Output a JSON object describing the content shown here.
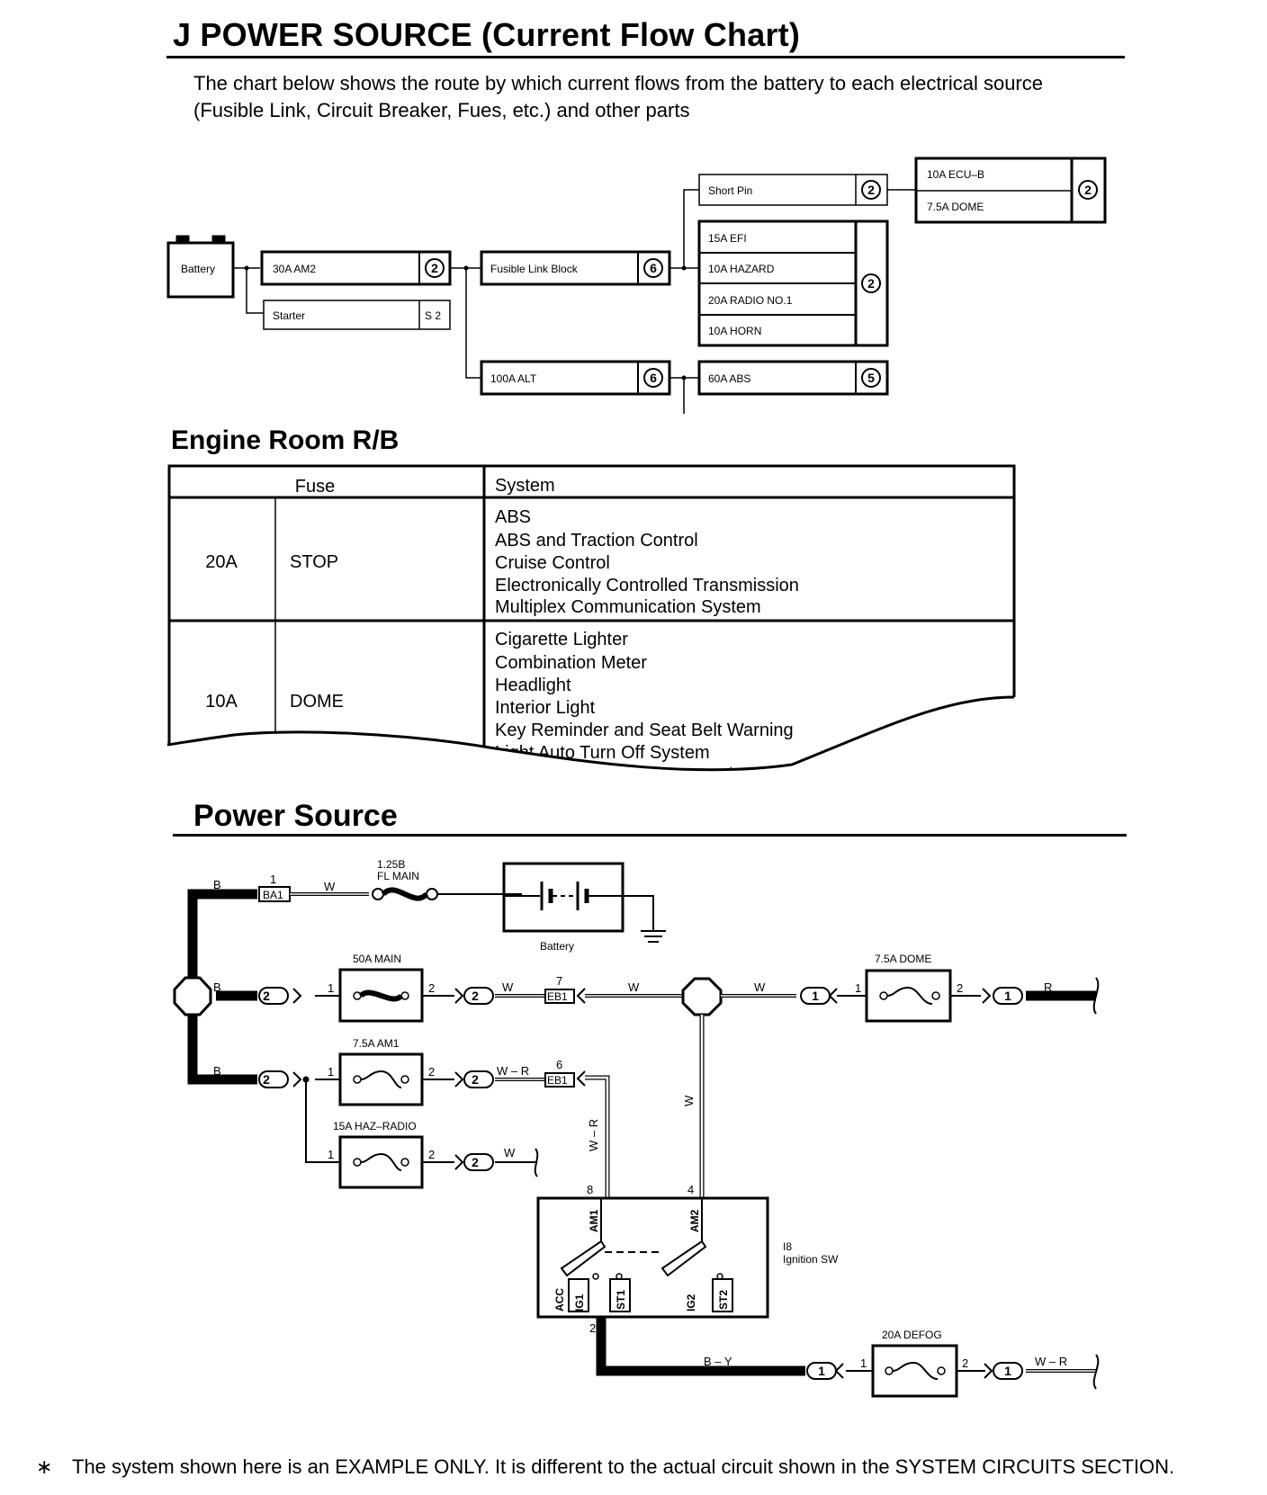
{
  "title": "J POWER SOURCE (Current Flow Chart)",
  "intro": {
    "line1": "The chart below shows the route by which current flows from the battery to each electrical source",
    "line2": "(Fusible Link, Circuit Breaker, Fues, etc.) and other parts"
  },
  "flow_chart": {
    "battery": "Battery",
    "am2": {
      "label": "30A AM2",
      "loc": "2"
    },
    "starter": {
      "label": "Starter",
      "loc": "S 2"
    },
    "fusible_link": {
      "label": "Fusible Link Block",
      "loc": "6"
    },
    "alt": {
      "label": "100A ALT",
      "loc": "6"
    },
    "short_pin": {
      "label": "Short Pin",
      "loc": "2"
    },
    "group1": {
      "items": [
        "15A EFI",
        "10A HAZARD",
        "20A RADIO NO.1",
        "10A HORN"
      ],
      "loc": "2"
    },
    "group2": {
      "items": [
        "10A ECU–B",
        "7.5A DOME"
      ],
      "loc": "2"
    },
    "abs": {
      "label": "60A ABS",
      "loc": "5"
    }
  },
  "engine_room": {
    "heading": "Engine Room R/B",
    "headers": {
      "fuse": "Fuse",
      "system": "System"
    },
    "rows": [
      {
        "amp": "20A",
        "name": "STOP",
        "systems": [
          "ABS",
          "ABS and Traction Control",
          "Cruise Control",
          "Electronically Controlled Transmission",
          "Multiplex Communication System"
        ]
      },
      {
        "amp": "10A",
        "name": "DOME",
        "systems": [
          "Cigarette Lighter",
          "Combination Meter",
          "Headlight",
          "Interior Light",
          "Key Reminder and Seat Belt Warning",
          "Light Auto Turn Off System",
          "Theft Deterrent and Door Lock"
        ]
      }
    ]
  },
  "power_source": {
    "heading": "Power Source",
    "battery": "Battery",
    "fl_main": {
      "rating": "1.25B",
      "name": "FL MAIN"
    },
    "ba1": {
      "pin": "1",
      "name": "BA1"
    },
    "main": "50A MAIN",
    "dome": "7.5A DOME",
    "am1": "7.5A AM1",
    "haz_radio": "15A HAZ–RADIO",
    "defog": "20A DEFOG",
    "eb1_top": {
      "pin": "7",
      "name": "EB1"
    },
    "eb1_bottom": {
      "pin": "6",
      "name": "EB1"
    },
    "wire_colors": {
      "b": "B",
      "w": "W",
      "wr": "W – R",
      "wr_v": "W – R",
      "r": "R",
      "by": "B – Y"
    },
    "ignition": {
      "id": "I8",
      "name": "Ignition SW",
      "terminals": [
        "AM1",
        "AM2",
        "ACC",
        "IG1",
        "ST1",
        "IG2",
        "ST2"
      ],
      "pins": {
        "am1": "8",
        "am2": "4",
        "out": "2"
      }
    },
    "connectors": {
      "two": "2",
      "one": "1"
    },
    "pin_numbers": {
      "p1": "1",
      "p2": "2"
    }
  },
  "footnote": {
    "marker": "∗",
    "text": "The system shown here is an EXAMPLE ONLY. It is different to the actual circuit shown in the SYSTEM CIRCUITS SECTION."
  }
}
